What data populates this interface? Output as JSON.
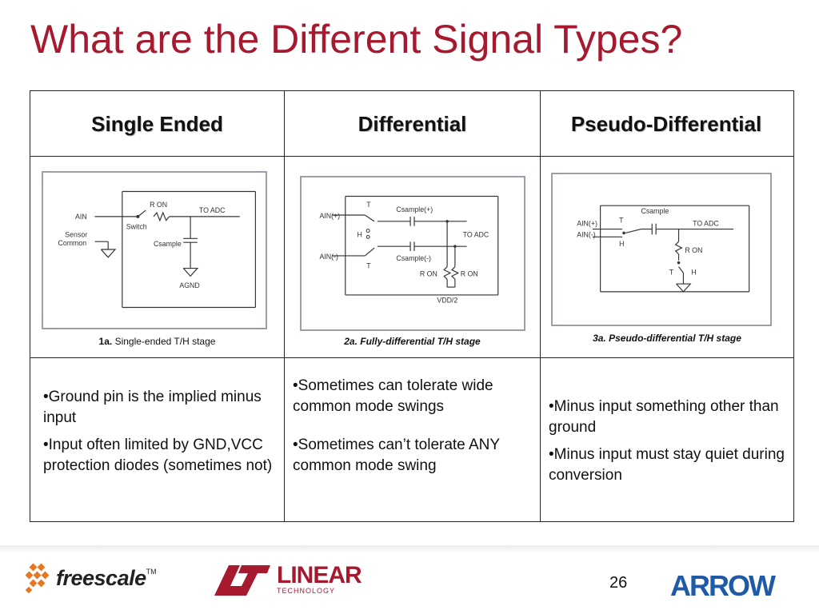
{
  "slide": {
    "title": "What are the Different Signal Types?",
    "page_number": "26"
  },
  "columns": [
    {
      "header": "Single Ended",
      "caption_bold": "1a.",
      "caption_rest": " Single-ended T/H stage",
      "bullets": [
        "•Ground pin is the implied minus input",
        "•Input often limited by GND,VCC protection diodes (sometimes not)"
      ],
      "diagram": {
        "ain": "AIN",
        "ron": "R ON",
        "to_adc": "TO ADC",
        "sensor": "Sensor",
        "common": "Common",
        "switch": "Switch",
        "csample": "Csample",
        "agnd": "AGND"
      }
    },
    {
      "header": "Differential",
      "caption": "2a. Fully-differential T/H stage",
      "bullets": [
        "•Sometimes can tolerate wide common mode swings",
        "•Sometimes can’t tolerate ANY common mode swing"
      ],
      "diagram": {
        "ainp": "AIN(+)",
        "ainm": "AIN(-)",
        "t1": "T",
        "h": "H",
        "t2": "T",
        "csp": "Csample(+)",
        "csm": "Csample(-)",
        "to_adc": "TO ADC",
        "ron1": "R ON",
        "ron2": "R ON",
        "vdd": "VDD/2"
      }
    },
    {
      "header": "Pseudo-Differential",
      "caption": "3a. Pseudo-differential T/H stage",
      "bullets": [
        "•Minus input something other than ground",
        "•Minus input must stay quiet during conversion"
      ],
      "diagram": {
        "csample": "Csample",
        "ainp": "AIN(+)",
        "ainm": "AIN(-)",
        "t1": "T",
        "h1": "H",
        "to_adc": "TO ADC",
        "ron": "R ON",
        "t2": "T",
        "h2": "H"
      }
    }
  ],
  "logos": {
    "freescale": "freescale",
    "freescale_tm": "TM",
    "linear_word": "LINEAR",
    "linear_sub": "TECHNOLOGY",
    "arrow": "ARROW"
  },
  "colors": {
    "title": "#a6192e",
    "arrow": "#1f5aa6",
    "freescale_mark": "#e87722"
  }
}
